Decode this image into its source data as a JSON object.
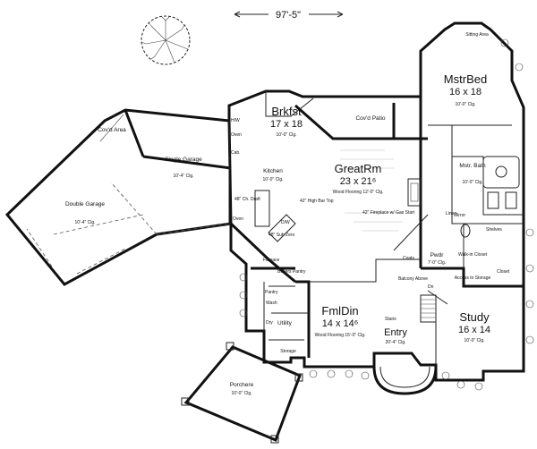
{
  "overall_dimension": "97'-5\"",
  "rooms": {
    "mstrbed": {
      "name": "MstrBed",
      "size": "16 x 18",
      "note": "10'-0\" Clg."
    },
    "sitting": {
      "name": "Sitting Area"
    },
    "brkfst": {
      "name": "Brkfst",
      "size": "17 x 18",
      "note": "10'-0\" Clg."
    },
    "covd_patio": {
      "name": "Cov'd Patio"
    },
    "covd_area": {
      "name": "Cov'd Area"
    },
    "single_garage": {
      "name": "Single Garage",
      "note": "10'-4\" Clg."
    },
    "double_garage": {
      "name": "Double Garage",
      "note": "10'-4\" Clg."
    },
    "kitchen": {
      "name": "Kitchen",
      "note": "10'-0\" Clg."
    },
    "greatrm": {
      "name": "GreatRm",
      "size": "23 x 21⁶",
      "note": "Wood Flooring 12'-0\" Clg."
    },
    "mstr_bath": {
      "name": "Mstr. Bath",
      "note": "10'-0\" Clg."
    },
    "pwdr": {
      "name": "Pwdr",
      "note": "7'-0\" Clg."
    },
    "walkin": {
      "name": "Walk-in Closet"
    },
    "access": {
      "name": "Access to Storage"
    },
    "study": {
      "name": "Study",
      "size": "16 x 14",
      "note": "10'-0\" Clg."
    },
    "fmldin": {
      "name": "FmlDin",
      "size": "14 x 14⁶",
      "note": "Wood Flooring 15'-0\" Clg."
    },
    "entry": {
      "name": "Entry",
      "note": "20'-4\" Clg."
    },
    "utility": {
      "name": "Utility"
    },
    "porchere": {
      "name": "Porchere",
      "note": "10'-0\" Clg."
    },
    "storage": {
      "name": "Storage"
    }
  },
  "labels": {
    "bar_top": "42\" High Bar Top",
    "fireplace": "42\" Fireplace w/ Gas Start",
    "dh_draft": "48\" Ch. Draft",
    "cab": "Cab.",
    "oven": "Oven",
    "zero": "48\" Sub Zero",
    "butler": "Butlers Pantry",
    "pantry": "Pantry",
    "balcony": "Balcony Above",
    "stairs": "Stairs",
    "coats": "Coats",
    "wash": "Wash",
    "dry": "Dry",
    "closet": "Closet",
    "linen": "Linen",
    "mirror": "Mirror",
    "dn": "Dn",
    "hw": "H/W",
    "oven2": "Oven",
    "furnace": "Furnace",
    "shelves": "Shelves",
    "dw": "D/W"
  }
}
